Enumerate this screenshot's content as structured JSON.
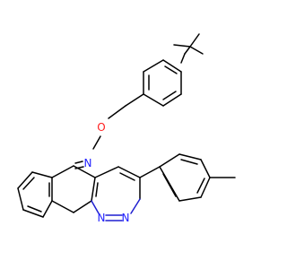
{
  "atoms": {
    "oxygen": {
      "symbol": "O",
      "color": "#ff2020"
    },
    "nitrogen_oxime": {
      "symbol": "N",
      "color": "#2020ff"
    },
    "nitrogen_ring_1": {
      "symbol": "N",
      "color": "#2020ff"
    },
    "nitrogen_ring_2": {
      "symbol": "N",
      "color": "#2020ff"
    }
  },
  "bond_color": "#000000"
}
